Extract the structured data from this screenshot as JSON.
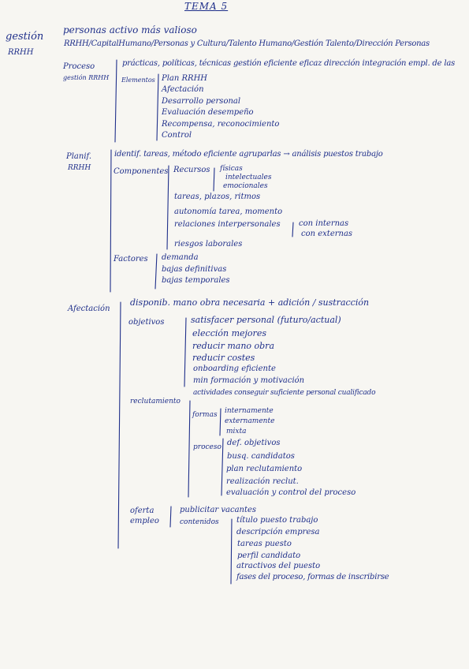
{
  "title": "TEMA 5",
  "gestion": {
    "label": "gestión",
    "acronym": "RRHH"
  },
  "intro": {
    "line1": "personas activo más valioso",
    "line2": "RRHH/CapitalHumano/Personas y Cultura/Talento Humano/Gestión Talento/Dirección Personas"
  },
  "proceso": {
    "label_line1": "Proceso",
    "label_line2": "gestión RRHH",
    "definition": "prácticas, políticas, técnicas gestión eficiente eficaz dirección integración empl. de las",
    "elementos_label": "Elementos",
    "elementos": [
      "Plan RRHH",
      "Afectación",
      "Desarrollo personal",
      "Evaluación desempeño",
      "Recompensa, reconocimiento",
      "Control"
    ]
  },
  "planif": {
    "label_line1": "Planif.",
    "label_line2": "RRHH",
    "definition": "identif. tareas, método eficiente agruparlas → análisis puestos trabajo",
    "componentes_label": "Componentes",
    "recursos_label": "Recursos",
    "recursos_items": [
      "físicas",
      "intelectuales",
      "emocionales"
    ],
    "componentes": [
      "tareas, plazos, ritmos",
      "autonomía tarea, momento",
      "relaciones interpersonales",
      "riesgos laborales"
    ],
    "relaciones_items": [
      "con internas",
      "con externas"
    ],
    "factores_label": "Factores",
    "factores": [
      "demanda",
      "bajas definitivas",
      "bajas temporales"
    ]
  },
  "afectacion": {
    "label": "Afectación",
    "disponib": "disponib. mano obra necesaria + adición / sustracción",
    "objetivos_label": "objetivos",
    "objetivos": [
      "satisfacer personal (futuro/actual)",
      "elección mejores",
      "reducir mano obra",
      "reducir costes",
      "onboarding eficiente",
      "min formación y motivación"
    ],
    "reclutamiento_label": "reclutamiento",
    "reclutamiento_def": "actividades conseguir suficiente personal cualificado",
    "formas_label": "formas",
    "formas": [
      "internamente",
      "externamente",
      "mixta"
    ],
    "proceso_label": "proceso",
    "proceso_items": [
      "def. objetivos",
      "busq. candidatos",
      "plan reclutamiento",
      "realización reclut.",
      "evaluación y control del proceso"
    ],
    "oferta_line1": "oferta",
    "oferta_line2": "empleo",
    "publicitar": "publicitar vacantes",
    "contenidos_label": "contenidos",
    "contenidos": [
      "título puesto trabajo",
      "descripción empresa",
      "tareas puesto",
      "perfil candidato",
      "atractivos del puesto",
      "fases del proceso, formas de inscribirse"
    ]
  }
}
